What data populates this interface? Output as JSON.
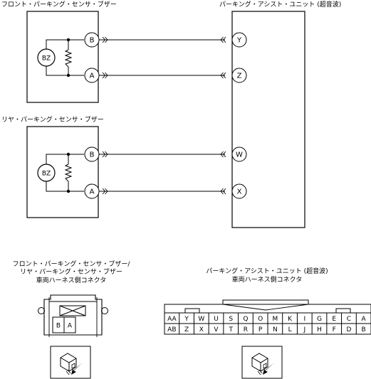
{
  "front_buzzer": {
    "title": "フロント・パーキング・センサ・ブザー",
    "bz_label": "BZ",
    "pins": [
      "B",
      "A"
    ]
  },
  "rear_buzzer": {
    "title": "リヤ・パーキング・センサ・ブザー",
    "bz_label": "BZ",
    "pins": [
      "B",
      "A"
    ]
  },
  "assist_unit": {
    "title": "パーキング・アシスト・ユニット (超音波)",
    "pins": [
      "Y",
      "Z",
      "W",
      "X"
    ]
  },
  "buzzer_connector": {
    "title_lines": [
      "フロント・パーキング・センサ・ブザー/",
      "リヤ・パーキング・センサ・ブザー",
      "車両ハーネス側コネクタ"
    ],
    "pins": [
      "B",
      "A"
    ]
  },
  "unit_connector": {
    "title_lines": [
      "パーキング・アシスト・ユニット (超音波)",
      "車両ハーネス側コネクタ"
    ],
    "row1": [
      "AA",
      "Y",
      "W",
      "U",
      "S",
      "Q",
      "O",
      "M",
      "K",
      "I",
      "G",
      "E",
      "C",
      "A"
    ],
    "row2": [
      "AB",
      "Z",
      "X",
      "V",
      "T",
      "R",
      "P",
      "N",
      "L",
      "J",
      "H",
      "F",
      "D",
      "B"
    ]
  },
  "colors": {
    "line": "#000000",
    "background": "#ffffff"
  }
}
